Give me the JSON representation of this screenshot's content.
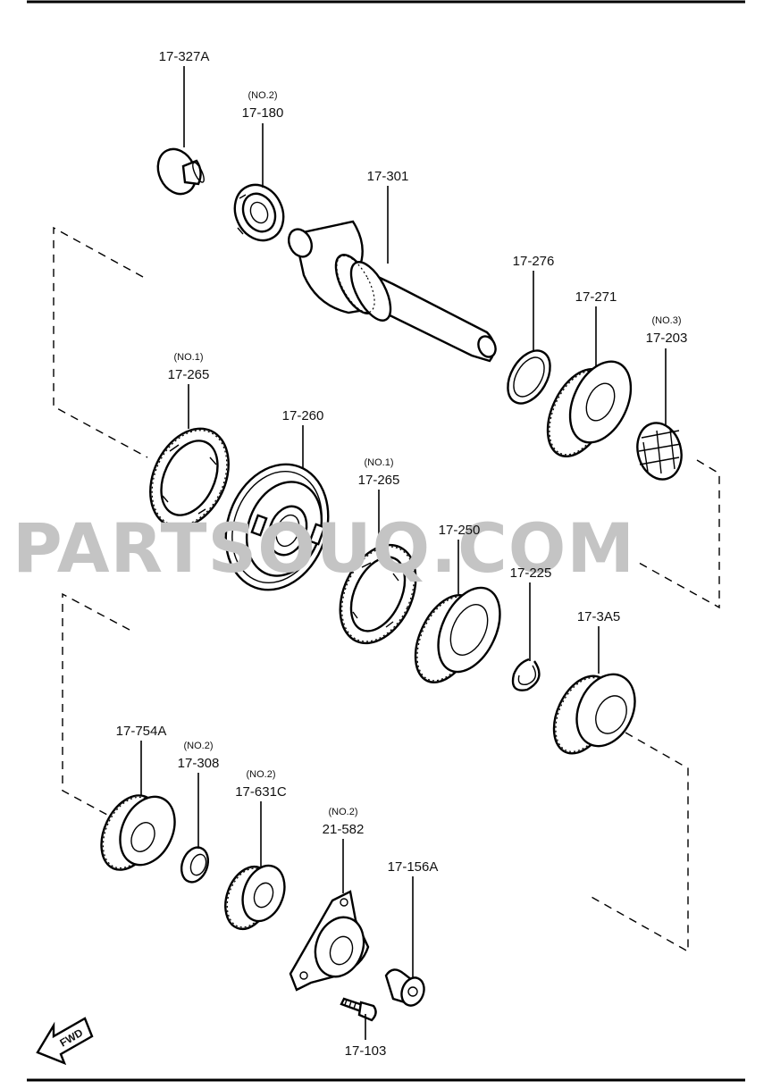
{
  "watermark": "PARTSOUQ.COM",
  "fwd_label": "FWD",
  "parts": {
    "p17_327A": {
      "number": "17-327A"
    },
    "p17_180": {
      "number": "17-180",
      "qualifier": "(NO.2)"
    },
    "p17_301": {
      "number": "17-301"
    },
    "p17_276": {
      "number": "17-276"
    },
    "p17_271": {
      "number": "17-271"
    },
    "p17_203": {
      "number": "17-203",
      "qualifier": "(NO.3)"
    },
    "p17_265_left": {
      "number": "17-265",
      "qualifier": "(NO.1)"
    },
    "p17_260": {
      "number": "17-260"
    },
    "p17_265_center": {
      "number": "17-265",
      "qualifier": "(NO.1)"
    },
    "p17_250": {
      "number": "17-250"
    },
    "p17_225": {
      "number": "17-225"
    },
    "p17_3A5": {
      "number": "17-3A5"
    },
    "p17_754A": {
      "number": "17-754A"
    },
    "p17_308": {
      "number": "17-308",
      "qualifier": "(NO.2)"
    },
    "p17_631C": {
      "number": "17-631C",
      "qualifier": "(NO.2)"
    },
    "p21_582": {
      "number": "21-582",
      "qualifier": "(NO.2)"
    },
    "p17_156A": {
      "number": "17-156A"
    },
    "p17_103": {
      "number": "17-103"
    }
  }
}
